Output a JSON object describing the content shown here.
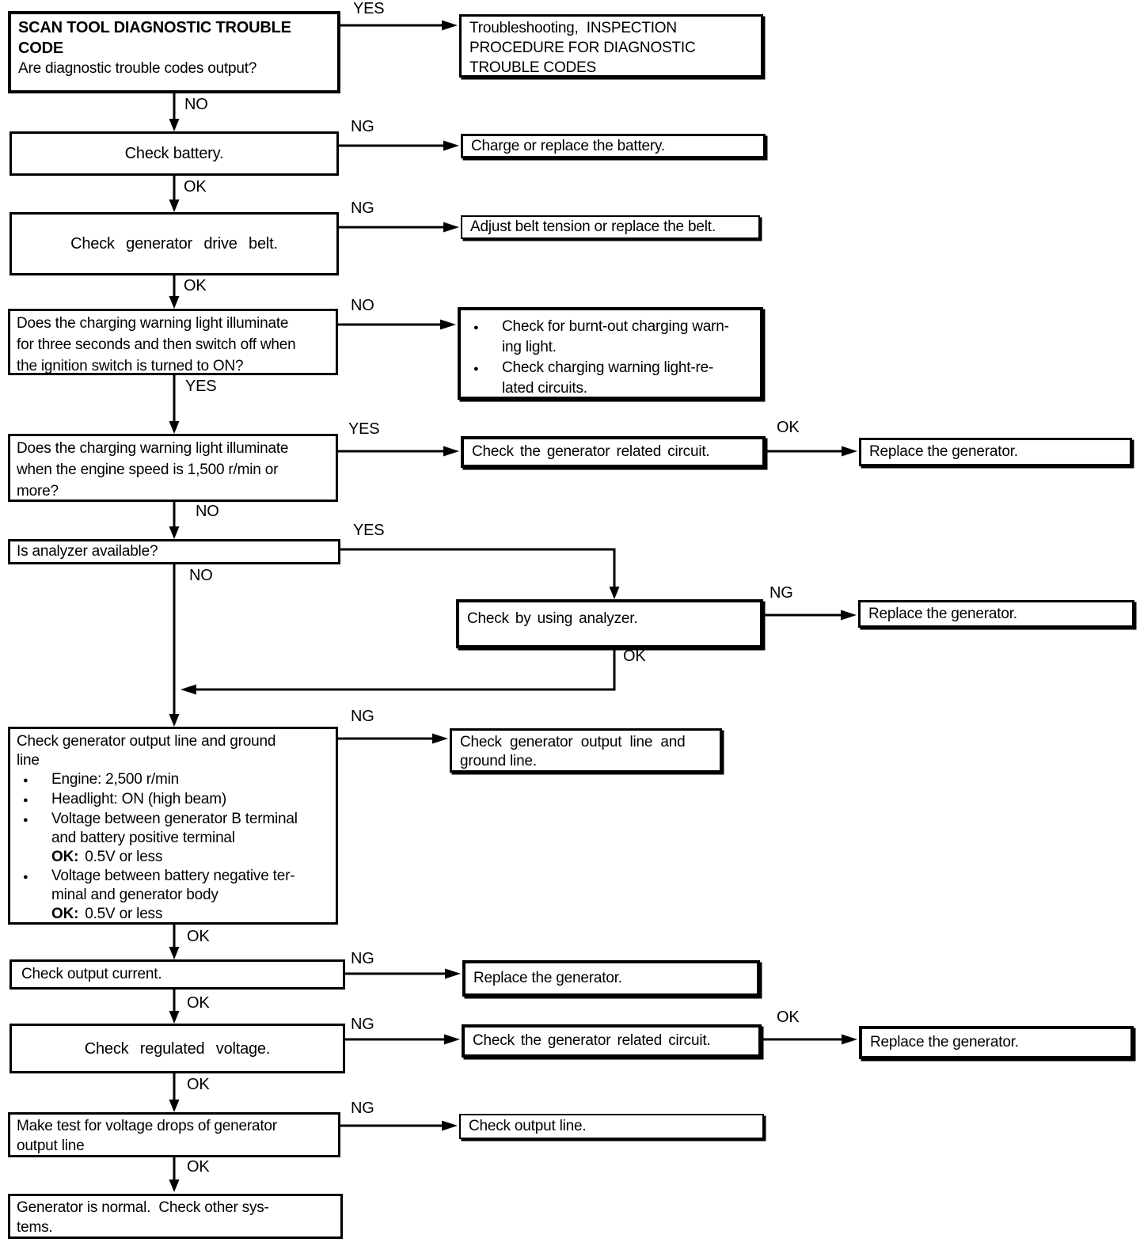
{
  "flowchart": {
    "nodes": {
      "scan_tool": {
        "title": "SCAN TOOL DIAGNOSTIC TROUBLE\nCODE",
        "question": "Are diagnostic trouble codes output?"
      },
      "troubleshooting": {
        "text": "Troubleshooting,  INSPECTION\nPROCEDURE FOR DIAGNOSTIC\nTROUBLE CODES"
      },
      "check_battery": {
        "text": "Check battery."
      },
      "charge_battery": {
        "text": "Charge or replace the battery."
      },
      "check_belt": {
        "text": "Check generator drive belt."
      },
      "adjust_belt": {
        "text": "Adjust belt tension or replace the belt."
      },
      "charging_light_on": {
        "text": "Does the charging warning light illuminate\nfor three seconds and then switch off when\nthe ignition switch is turned to ON?"
      },
      "warning_light_checks": {
        "bullets": [
          "Check for burnt-out charging warn-\ning light.",
          "Check charging warning light-re-\nlated circuits."
        ]
      },
      "charging_light_speed": {
        "text": "Does the charging warning light illuminate\nwhen the engine speed is 1,500 r/min or\nmore?"
      },
      "check_gen_circuit_1": {
        "text": "Check the generator related circuit."
      },
      "replace_generator_1": {
        "text": "Replace the generator."
      },
      "analyzer_available": {
        "text": "Is analyzer available?"
      },
      "check_by_analyzer": {
        "text": "Check by using analyzer."
      },
      "replace_generator_2": {
        "text": "Replace the generator."
      },
      "output_line_check": {
        "heading": "Check generator output line and ground\nline",
        "ok_label": "OK:",
        "bullets": [
          {
            "text": "Engine: 2,500 r/min"
          },
          {
            "text": "Headlight: ON (high beam)"
          },
          {
            "text": "Voltage between generator B terminal\nand battery positive terminal",
            "ok": "0.5V or less"
          },
          {
            "text": "Voltage between battery negative ter-\nminal and generator body",
            "ok": "0.5V or less"
          }
        ]
      },
      "output_line_ng": {
        "text": "Check  generator  output  line  and\nground line."
      },
      "check_output_current": {
        "text": "Check output current."
      },
      "replace_generator_3": {
        "text": "Replace the generator."
      },
      "check_reg_voltage": {
        "text": "Check regulated voltage."
      },
      "check_gen_circuit_2": {
        "text": "Check the generator related circuit."
      },
      "replace_generator_4": {
        "text": "Replace the generator."
      },
      "make_test": {
        "text": "Make test for voltage drops of generator\noutput line"
      },
      "check_output_line": {
        "text": "Check output line."
      },
      "generator_normal": {
        "text": "Generator is normal.  Check other sys-\ntems."
      }
    },
    "edge_labels": [
      "YES",
      "NO",
      "NG",
      "OK",
      "NG",
      "OK",
      "NO",
      "YES",
      "YES",
      "OK",
      "NO",
      "YES",
      "NO",
      "NG",
      "OK",
      "NG",
      "OK",
      "NG",
      "OK",
      "NG",
      "OK",
      "OK",
      "NG",
      "OK"
    ]
  }
}
